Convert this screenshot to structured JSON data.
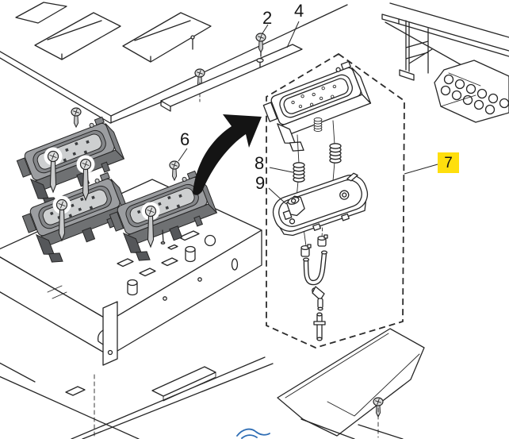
{
  "figure": {
    "kind": "exploded-parts-diagram",
    "background_color": "#ffffff",
    "line_color": "#262626",
    "gray_part_fill": "#9b9da0",
    "highlight_color": "#ffdf0d",
    "annotation_blue": "#2e6db4",
    "callouts": {
      "c2": {
        "label": "2",
        "points_to": "screw",
        "highlighted": false
      },
      "c4": {
        "label": "4",
        "points_to": "mounting-bar",
        "highlighted": false
      },
      "c6": {
        "label": "6",
        "points_to": "screw",
        "highlighted": false
      },
      "c7": {
        "label": "7",
        "points_to": "detail-dashed-box",
        "highlighted": true
      },
      "c8": {
        "label": "8",
        "points_to": "spring",
        "highlighted": false
      },
      "c9": {
        "label": "9",
        "points_to": "base-bracket",
        "highlighted": false
      }
    }
  }
}
